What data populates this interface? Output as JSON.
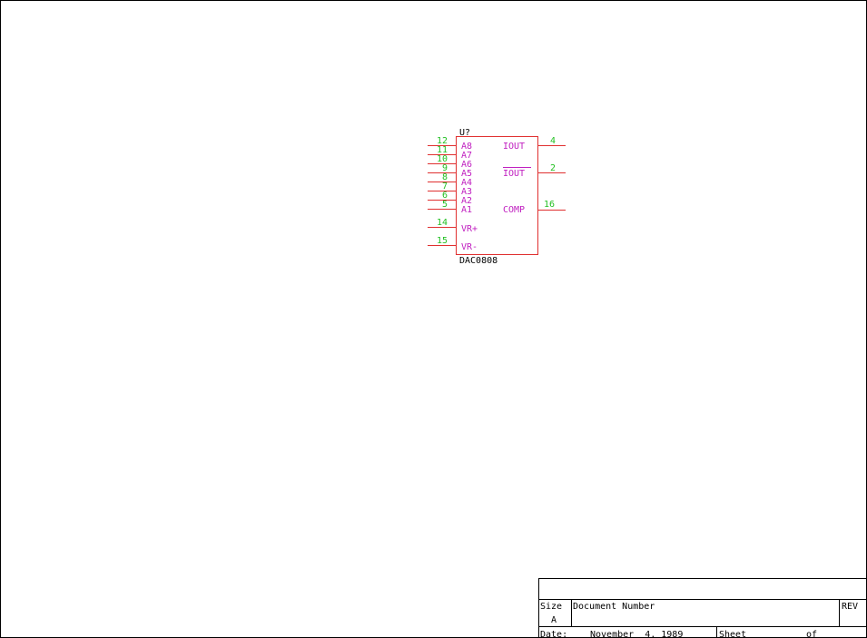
{
  "schematic": {
    "component": {
      "refdes": "U?",
      "part": "DAC0808",
      "left_pins": [
        {
          "num": "12",
          "name": "A8"
        },
        {
          "num": "11",
          "name": "A7"
        },
        {
          "num": "10",
          "name": "A6"
        },
        {
          "num": "9",
          "name": "A5"
        },
        {
          "num": "8",
          "name": "A4"
        },
        {
          "num": "7",
          "name": "A3"
        },
        {
          "num": "6",
          "name": "A2"
        },
        {
          "num": "5",
          "name": "A1"
        },
        {
          "num": "14",
          "name": "VR+"
        },
        {
          "num": "15",
          "name": "VR-"
        }
      ],
      "right_pins": [
        {
          "num": "4",
          "name": "IOUT",
          "overbar": false
        },
        {
          "num": "2",
          "name": "IOUT",
          "overbar": true
        },
        {
          "num": "16",
          "name": "COMP",
          "overbar": false
        }
      ]
    },
    "colors": {
      "body": "#e03030",
      "pin_line": "#e03030",
      "pin_number": "#22c022",
      "pin_name": "#c020c0",
      "border": "#000000"
    }
  },
  "title_block": {
    "size_label": "Size",
    "size_value": "A",
    "doc_number_label": "Document Number",
    "rev_label": "REV",
    "date_label": "Date:",
    "date_value": "November  4, 1989",
    "sheet_label": "Sheet",
    "of_label": "of"
  }
}
